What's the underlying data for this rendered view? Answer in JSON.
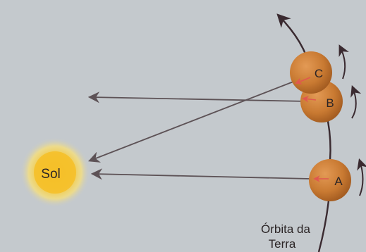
{
  "sun": {
    "label": "Sol"
  },
  "positions": [
    {
      "id": "A",
      "label": "A"
    },
    {
      "id": "B",
      "label": "B"
    },
    {
      "id": "C",
      "label": "C"
    }
  ],
  "orbit": {
    "label_line1": "Órbita da",
    "label_line2": "Terra"
  },
  "colors": {
    "background": "#c4c9cd",
    "earth": "#c97a32",
    "earth_dark": "#9a5420",
    "sun_core": "#f4c22a",
    "sun_glow": "#f7e27a",
    "arrow": "#5d5256",
    "pointer_red": "#e0584f",
    "orbit_line": "#3a2a30"
  }
}
